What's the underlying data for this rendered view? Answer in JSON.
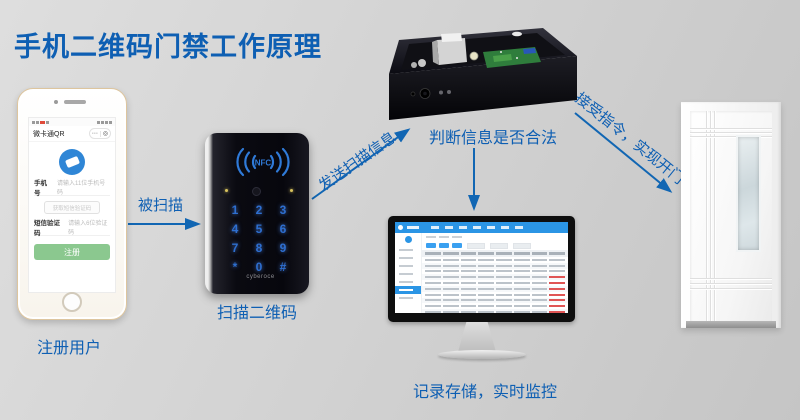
{
  "title": "手机二维码门禁工作原理",
  "labels": {
    "register_user": "注册用户",
    "being_scanned": "被扫描",
    "scan_qrcode": "扫描二维码",
    "send_scan_info": "发送扫描信息",
    "judge_info": "判断信息是否合法",
    "receive_command_open_door": "接受指令，实现开门",
    "record_monitor": "记录存储，实时监控"
  },
  "phone_app": {
    "nav_title": "微卡通QR",
    "phone_field_label": "手机号",
    "phone_field_placeholder": "请输入11位手机号码",
    "sms_button": "获取短信验证码",
    "code_field_label": "短信验证码",
    "code_field_placeholder": "请输入6位验证码",
    "register_button": "注册",
    "icons": {
      "more": "⋯",
      "capsule": "◎"
    }
  },
  "reader": {
    "nfc_text": "NFC",
    "keys": [
      "1",
      "2",
      "3",
      "4",
      "5",
      "6",
      "7",
      "8",
      "9",
      "*",
      "0",
      "#"
    ],
    "brand": "cyberoce"
  },
  "colors": {
    "accent_blue": "#0e5fb3",
    "reader_key_blue": "#2e6fd0",
    "register_green": "#8bc88f",
    "admin_bar_blue": "#2b95e5"
  }
}
